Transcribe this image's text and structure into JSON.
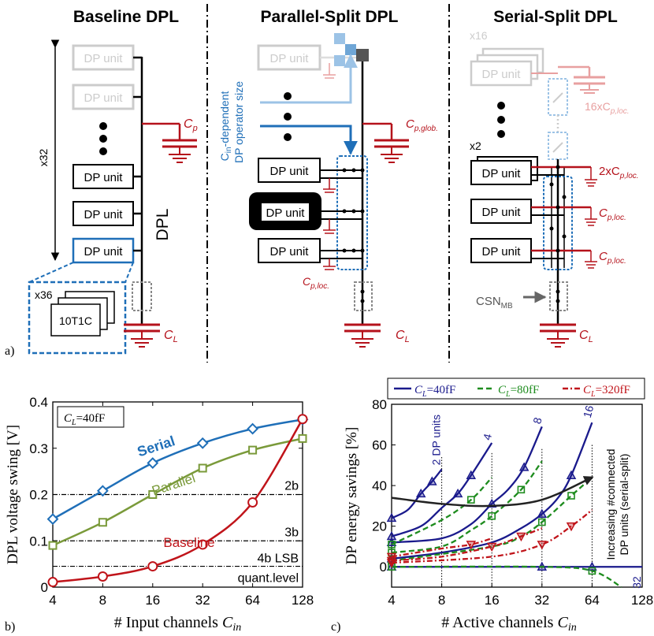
{
  "colors": {
    "black": "#000000",
    "red": "#b5121b",
    "blue": "#1f6fb8",
    "navy": "#1a1a8c",
    "green": "#1e8c1e",
    "olive": "#7a9a3a",
    "dark_red": "#c0141a",
    "light_gray": "#cccccc",
    "light_red": "#e8a0a0",
    "light_blue": "#9cc3e6"
  },
  "diagram": {
    "panel_tag": "a)",
    "baseline": {
      "title": "Baseline DPL",
      "unit": "DP unit",
      "count": "x32",
      "cell_count": "x36",
      "cell": "10T1C",
      "line": "DPL",
      "cap_p": "C",
      "cap_p_sub": "p",
      "cap_l": "C",
      "cap_l_sub": "L"
    },
    "parallel": {
      "title": "Parallel-Split DPL",
      "unit": "DP unit",
      "rot_line1_pre": "C",
      "rot_line1_sub": "in",
      "rot_line1_post": "-dependent",
      "rot_line2": "DP operator size",
      "cap_glob": "C",
      "cap_glob_sub": "p,glob.",
      "cap_loc": "C",
      "cap_loc_sub": "p,loc.",
      "cap_l": "C",
      "cap_l_sub": "L"
    },
    "serial": {
      "title": "Serial-Split DPL",
      "unit": "DP unit",
      "x16": "x16",
      "x2": "x2",
      "cap16": "16xC",
      "cap16_sub": "p,loc.",
      "cap2": "2xC",
      "cap2_sub": "p,loc.",
      "cap_loc": "C",
      "cap_loc_sub": "p,loc.",
      "csn": "CSN",
      "csn_sub": "MB",
      "cap_l": "C",
      "cap_l_sub": "L"
    }
  },
  "chart_data": [
    {
      "type": "line",
      "panel_tag": "b)",
      "ylabel": "DPL voltage swing [V]",
      "xlabel_pre": "# Input channels ",
      "xlabel_var": "C",
      "xlabel_sub": "in",
      "box_label": "C_L=40fF",
      "box_label_main": "C",
      "box_label_sub": "L",
      "box_label_post": "=40fF",
      "x_scale": "log2",
      "x": [
        4,
        8,
        16,
        32,
        64,
        128
      ],
      "xticks": [
        "4",
        "8",
        "16",
        "32",
        "64",
        "128"
      ],
      "ylim": [
        0,
        0.4
      ],
      "yticks": [
        "0",
        "0.1",
        "0.2",
        "0.3",
        "0.4"
      ],
      "series": [
        {
          "name": "Serial",
          "color": "#1f6fb8",
          "marker": "diamond",
          "values": [
            0.147,
            0.208,
            0.268,
            0.311,
            0.342,
            0.362
          ]
        },
        {
          "name": "Parallel",
          "color": "#7a9a3a",
          "marker": "square",
          "values": [
            0.09,
            0.14,
            0.2,
            0.257,
            0.296,
            0.321
          ]
        },
        {
          "name": "Baseline",
          "color": "#c0141a",
          "marker": "circle",
          "values": [
            0.011,
            0.023,
            0.045,
            0.092,
            0.183,
            0.363
          ]
        }
      ],
      "hlines": [
        {
          "label": "2b",
          "y": 0.2
        },
        {
          "label": "3b",
          "y": 0.1
        },
        {
          "label": "4b LSB",
          "y": 0.045
        },
        {
          "label": "quant.level",
          "y": 0.045
        }
      ]
    },
    {
      "type": "line",
      "panel_tag": "c)",
      "ylabel": "DP energy savings [%]",
      "xlabel_pre": "# Active channels ",
      "xlabel_var": "C",
      "xlabel_sub": "in",
      "x_scale": "log2",
      "xlim": [
        4,
        128
      ],
      "xticks": [
        "4",
        "8",
        "16",
        "32",
        "64",
        "128"
      ],
      "ylim": [
        -10,
        80
      ],
      "yticks": [
        "0",
        "20",
        "40",
        "60",
        "80"
      ],
      "legend": [
        {
          "var": "C",
          "sub": "L",
          "post": "=40fF",
          "color": "#1a1a8c",
          "dash": ""
        },
        {
          "var": "C",
          "sub": "L",
          "post": "=80fF",
          "color": "#1e8c1e",
          "dash": "7,4"
        },
        {
          "var": "C",
          "sub": "L",
          "post": "=320fF",
          "color": "#c0141a",
          "dash": "7,3,2,3"
        }
      ],
      "unit_labels": [
        {
          "text": "2 DP units",
          "x": 8
        },
        {
          "text": "4",
          "x": 16
        },
        {
          "text": "8",
          "x": 32
        },
        {
          "text": "16",
          "x": 64
        },
        {
          "text": "32",
          "x": 128
        }
      ],
      "annotation_line1": "Increasing #connected",
      "annotation_line2": "DP units (serial-split)",
      "series": [
        {
          "name": "",
          "cl": "40fF",
          "units": 2,
          "color": "#1a1a8c",
          "dash": "",
          "points": [
            [
              4,
              24
            ],
            [
              5,
              28
            ],
            [
              6,
              36
            ],
            [
              7,
              42
            ],
            [
              8,
              48
            ]
          ]
        },
        {
          "name": "",
          "cl": "40fF",
          "units": 4,
          "color": "#1a1a8c",
          "dash": "",
          "points": [
            [
              4,
              15
            ],
            [
              6,
              20
            ],
            [
              8,
              29
            ],
            [
              10,
              36
            ],
            [
              12,
              45
            ],
            [
              16,
              61
            ]
          ]
        },
        {
          "name": "",
          "cl": "40fF",
          "units": 8,
          "color": "#1a1a8c",
          "dash": "",
          "points": [
            [
              4,
              12
            ],
            [
              8,
              14
            ],
            [
              12,
              21
            ],
            [
              16,
              31
            ],
            [
              20,
              38
            ],
            [
              25,
              49
            ],
            [
              32,
              69
            ]
          ]
        },
        {
          "name": "",
          "cl": "40fF",
          "units": 16,
          "color": "#1a1a8c",
          "dash": "",
          "points": [
            [
              4,
              4
            ],
            [
              8,
              7
            ],
            [
              16,
              12
            ],
            [
              24,
              19
            ],
            [
              32,
              26
            ],
            [
              40,
              34
            ],
            [
              48,
              45
            ],
            [
              64,
              71
            ]
          ]
        },
        {
          "name": "",
          "cl": "40fF",
          "units": 32,
          "color": "#1a1a8c",
          "dash": "",
          "points": [
            [
              4,
              0
            ],
            [
              16,
              0
            ],
            [
              32,
              0
            ],
            [
              64,
              0
            ],
            [
              128,
              0
            ]
          ]
        },
        {
          "name": "",
          "cl": "80fF",
          "units": 4,
          "color": "#1e8c1e",
          "dash": "7,4",
          "points": [
            [
              4,
              11
            ],
            [
              8,
              23
            ],
            [
              12,
              33
            ],
            [
              16,
              44
            ]
          ]
        },
        {
          "name": "",
          "cl": "80fF",
          "units": 8,
          "color": "#1e8c1e",
          "dash": "7,4",
          "points": [
            [
              4,
              7
            ],
            [
              8,
              10
            ],
            [
              12,
              18
            ],
            [
              16,
              25
            ],
            [
              24,
              38
            ],
            [
              32,
              52
            ]
          ]
        },
        {
          "name": "",
          "cl": "80fF",
          "units": 16,
          "color": "#1e8c1e",
          "dash": "7,4",
          "points": [
            [
              4,
              3
            ],
            [
              16,
              10
            ],
            [
              24,
              15
            ],
            [
              32,
              22
            ],
            [
              48,
              35
            ],
            [
              64,
              44
            ]
          ]
        },
        {
          "name": "",
          "cl": "80fF",
          "units": 32,
          "color": "#1e8c1e",
          "dash": "7,4",
          "points": [
            [
              4,
              0
            ],
            [
              32,
              0
            ],
            [
              64,
              -2
            ],
            [
              96,
              -10
            ]
          ]
        },
        {
          "name": "",
          "cl": "320fF",
          "units": 4,
          "color": "#c0141a",
          "dash": "7,3,2,3",
          "points": [
            [
              4,
              5
            ],
            [
              8,
              9
            ],
            [
              12,
              11
            ],
            [
              16,
              14
            ]
          ]
        },
        {
          "name": "",
          "cl": "320fF",
          "units": 8,
          "color": "#c0141a",
          "dash": "7,3,2,3",
          "points": [
            [
              4,
              3
            ],
            [
              8,
              5
            ],
            [
              16,
              10
            ],
            [
              24,
              15
            ],
            [
              32,
              19
            ]
          ]
        },
        {
          "name": "",
          "cl": "320fF",
          "units": 16,
          "color": "#c0141a",
          "dash": "7,3,2,3",
          "points": [
            [
              4,
              2
            ],
            [
              16,
              5
            ],
            [
              32,
              11
            ],
            [
              48,
              20
            ],
            [
              64,
              28
            ]
          ]
        }
      ],
      "trend_arrow": [
        [
          4,
          34
        ],
        [
          8,
          31
        ],
        [
          16,
          30
        ],
        [
          32,
          33
        ],
        [
          64,
          44
        ]
      ]
    }
  ]
}
